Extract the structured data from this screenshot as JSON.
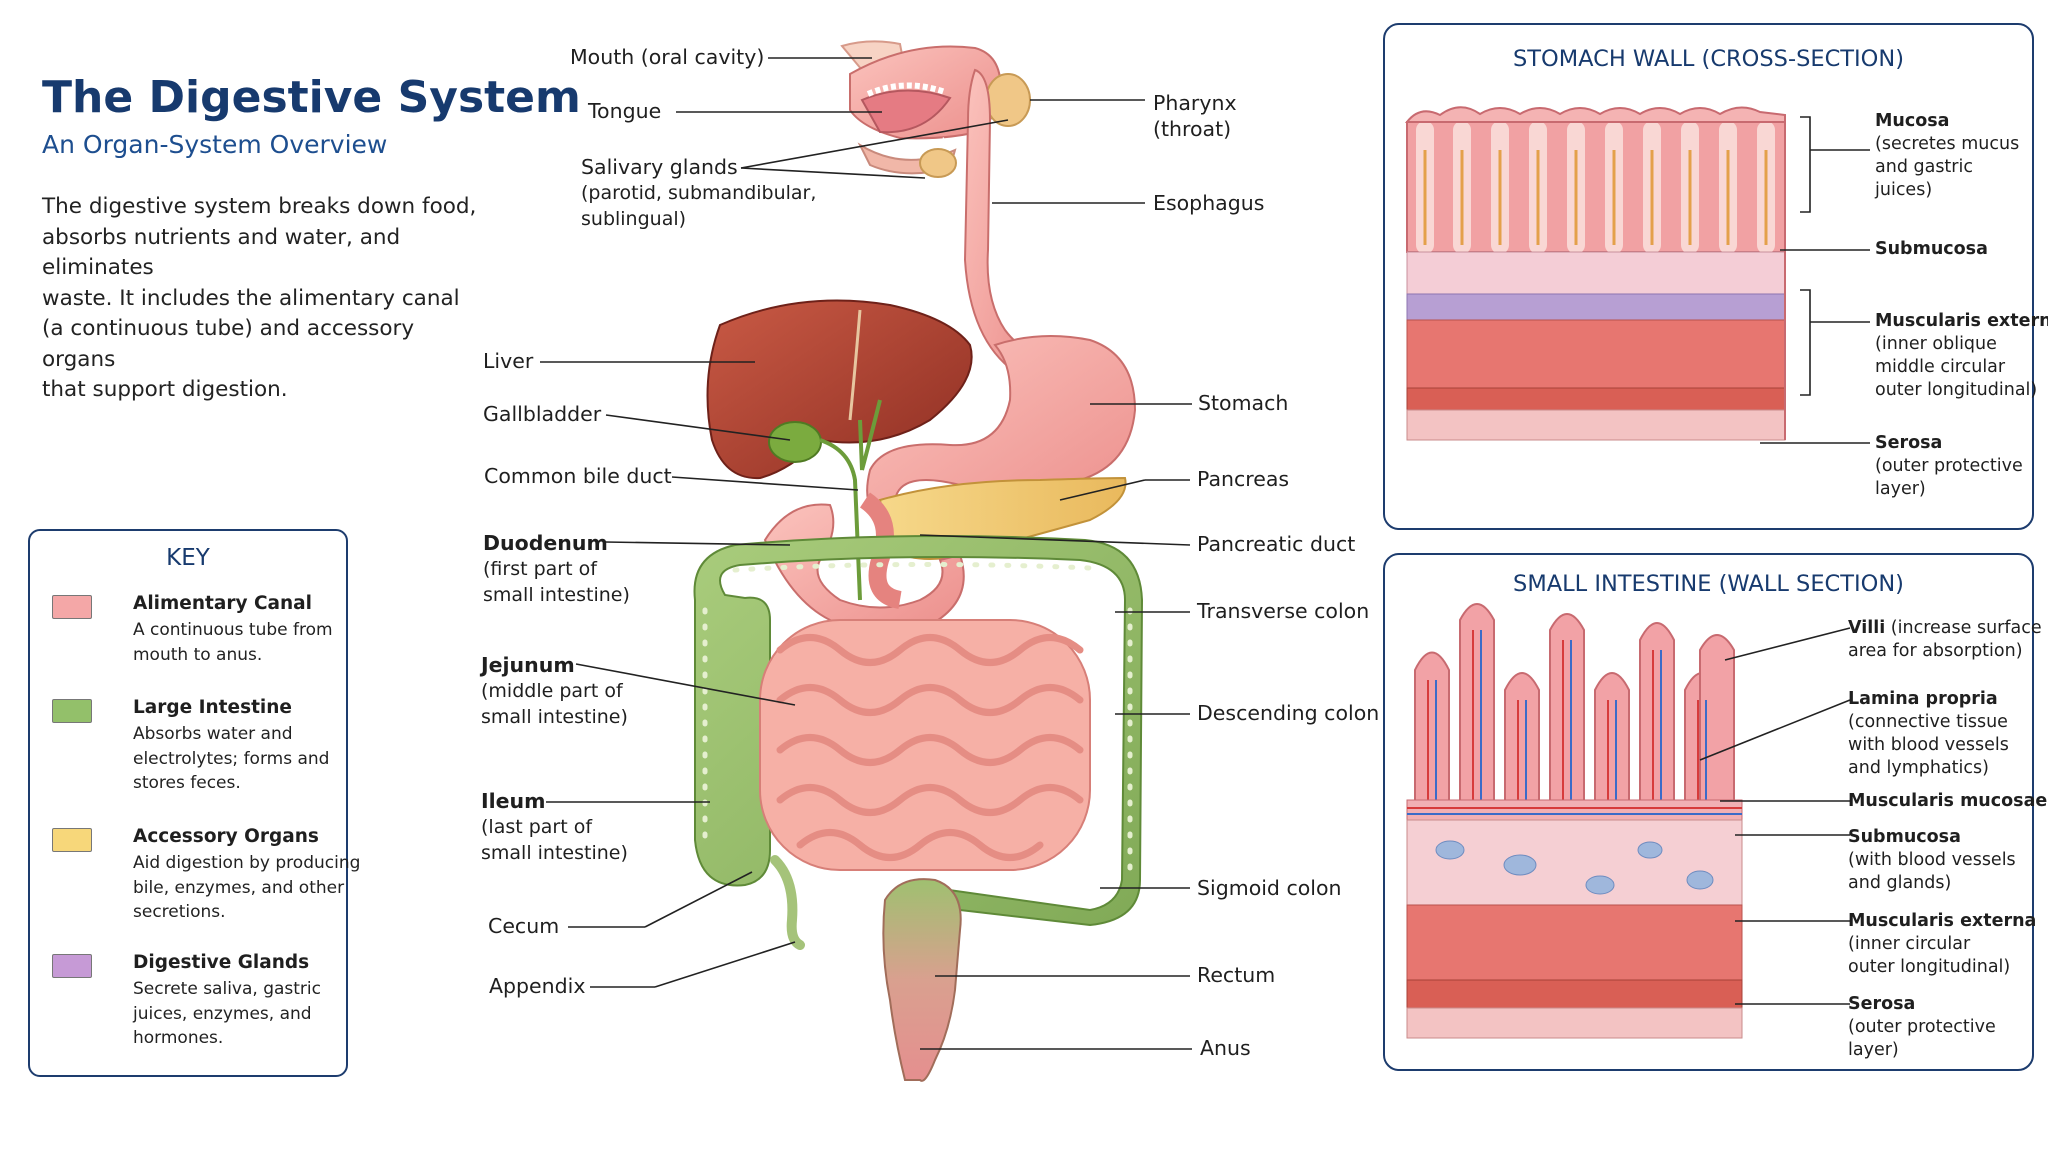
{
  "header": {
    "title": "The Digestive System",
    "subtitle": "An Organ-System Overview",
    "intro_lines": [
      "The digestive system breaks down food,",
      "absorbs nutrients and water, and eliminates",
      "waste. It includes the alimentary canal",
      "(a continuous tube) and accessory organs",
      "that support digestion."
    ]
  },
  "key": {
    "title": "KEY",
    "items": [
      {
        "label": "Alimentary Canal",
        "desc_lines": [
          "A continuous tube from",
          "mouth to anus."
        ],
        "color": "#f4a7a7"
      },
      {
        "label": "Large Intestine",
        "desc_lines": [
          "Absorbs water and",
          "electrolytes; forms and",
          "stores feces."
        ],
        "color": "#93c06a"
      },
      {
        "label": "Accessory Organs",
        "desc_lines": [
          "Aid digestion by producing",
          "bile, enzymes, and other",
          "secretions."
        ],
        "color": "#f7d77a"
      },
      {
        "label": "Digestive Glands",
        "desc_lines": [
          "Secrete saliva, gastric",
          "juices, enzymes, and",
          "hormones."
        ],
        "color": "#c69ad6"
      }
    ]
  },
  "labels": {
    "mouth": "Mouth (oral cavity)",
    "tongue": "Tongue",
    "salivary": "Salivary glands",
    "salivary_sub1": "(parotid, submandibular,",
    "salivary_sub2": "sublingual)",
    "pharynx": "Pharynx",
    "pharynx_sub": "(throat)",
    "esophagus": "Esophagus",
    "liver": "Liver",
    "gallbladder": "Gallbladder",
    "bile_duct": "Common bile duct",
    "stomach": "Stomach",
    "pancreas": "Pancreas",
    "pancreatic_duct": "Pancreatic duct",
    "duodenum": "Duodenum",
    "duodenum_sub1": "(first part of",
    "duodenum_sub2": "small intestine)",
    "transverse": "Transverse colon",
    "jejunum": "Jejunum",
    "jejunum_sub1": "(middle part of",
    "jejunum_sub2": "small intestine)",
    "descending": "Descending colon",
    "ileum": "Ileum",
    "ileum_sub1": "(last part of",
    "ileum_sub2": "small intestine)",
    "sigmoid": "Sigmoid colon",
    "cecum": "Cecum",
    "appendix": "Appendix",
    "rectum": "Rectum",
    "anus": "Anus"
  },
  "stomach_panel": {
    "title": "STOMACH WALL (CROSS-SECTION)",
    "mucosa": "Mucosa",
    "mucosa_lines": [
      "(secretes mucus",
      "and gastric",
      "juices)"
    ],
    "submucosa": "Submucosa",
    "muscularis": "Muscularis externa",
    "muscularis_lines": [
      "(inner oblique",
      "middle circular",
      "outer longitudinal)"
    ],
    "serosa": "Serosa",
    "serosa_lines": [
      "(outer protective",
      "layer)"
    ]
  },
  "intestine_panel": {
    "title": "SMALL INTESTINE (WALL SECTION)",
    "villi": "Villi",
    "villi_tail": " (increase surface",
    "villi_line2": "area for absorption)",
    "lamina": "Lamina propria",
    "lamina_lines": [
      "(connective tissue",
      "with blood vessels",
      "and lymphatics)"
    ],
    "mm": "Muscularis mucosae",
    "submucosa": "Submucosa",
    "submucosa_lines": [
      "(with blood vessels",
      "and glands)"
    ],
    "muscularis": "Muscularis externa",
    "muscularis_lines": [
      "(inner circular",
      "outer longitudinal)"
    ],
    "serosa": "Serosa",
    "serosa_lines": [
      "(outer protective",
      "layer)"
    ]
  }
}
